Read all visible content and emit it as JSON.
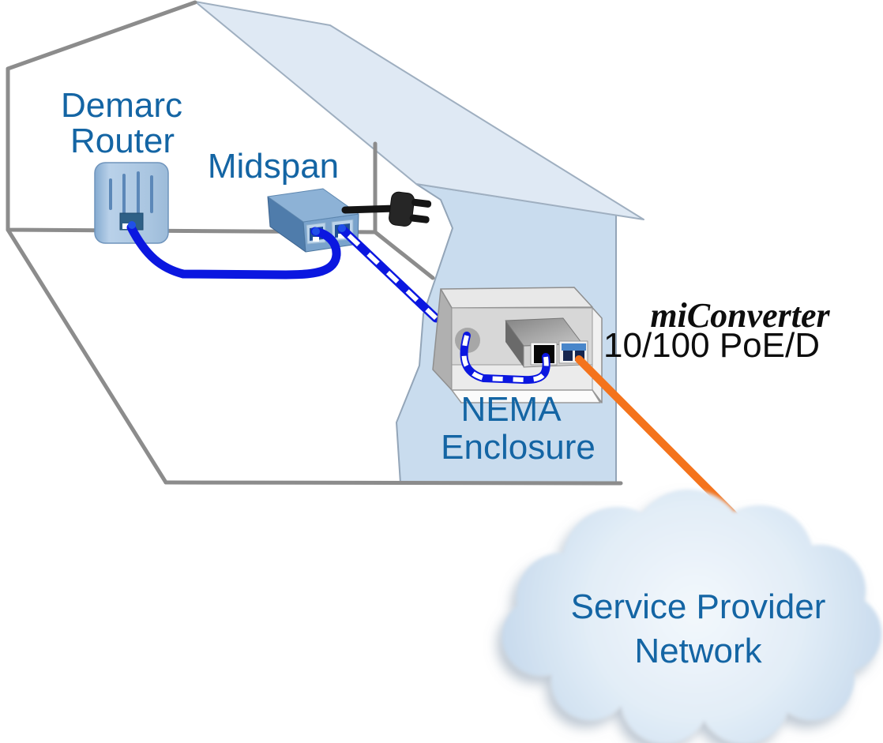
{
  "labels": {
    "demarc_router": {
      "line1": "Demarc",
      "line2": "Router"
    },
    "midspan": "Midspan",
    "nema_enclosure": {
      "line1": "NEMA",
      "line2": "Enclosure"
    },
    "converter": {
      "name": "miConverter",
      "model": "10/100 PoE/D"
    },
    "cloud": {
      "line1": "Service Provider",
      "line2": "Network"
    }
  },
  "colors": {
    "label_blue": "#1465a4",
    "text_black": "#0d0d0d",
    "cable_blue": "#0b17e0",
    "fiber_orange": "#f4731c",
    "roof_fill": "#dfe9f4",
    "side_wall_fill": "#c9dcee",
    "outline_gray": "#8c8c8c",
    "enclosure_gray": "#d7d7d7",
    "cloud_fill": "#dce9f5"
  }
}
